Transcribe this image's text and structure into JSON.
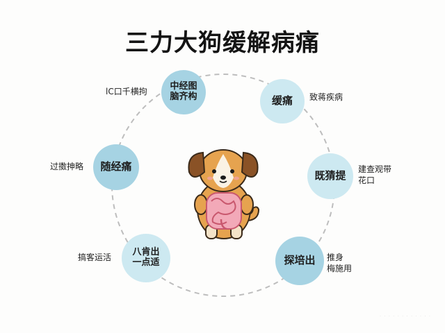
{
  "title": "三力大狗缓解病痛",
  "nodes": [
    {
      "text": [
        "中经图",
        "脑齐构"
      ],
      "label": [
        "lC口千横拘"
      ]
    },
    {
      "text": [
        "缓痛"
      ],
      "label": [
        "致蒋疾病"
      ]
    },
    {
      "text": [
        "既猜提"
      ],
      "label": [
        "建查观带",
        "花口"
      ]
    },
    {
      "text": [
        "探培出"
      ],
      "label": [
        "推身",
        "梅施用"
      ]
    },
    {
      "text": [
        "八肯出",
        "一点适"
      ],
      "label": [
        "搞客运活"
      ]
    },
    {
      "text": [
        "随经痛"
      ],
      "label": [
        "过擞抻略"
      ]
    }
  ],
  "colors": {
    "node_dark": "#a6d3e3",
    "node_light": "#cde9f1",
    "ring": "#bdbdbd",
    "dog_fur": "#e6a34f",
    "dog_ear": "#8a5226",
    "intestine": "#f2a9b8"
  },
  "watermark": "· · · · · · · · · · · ·"
}
